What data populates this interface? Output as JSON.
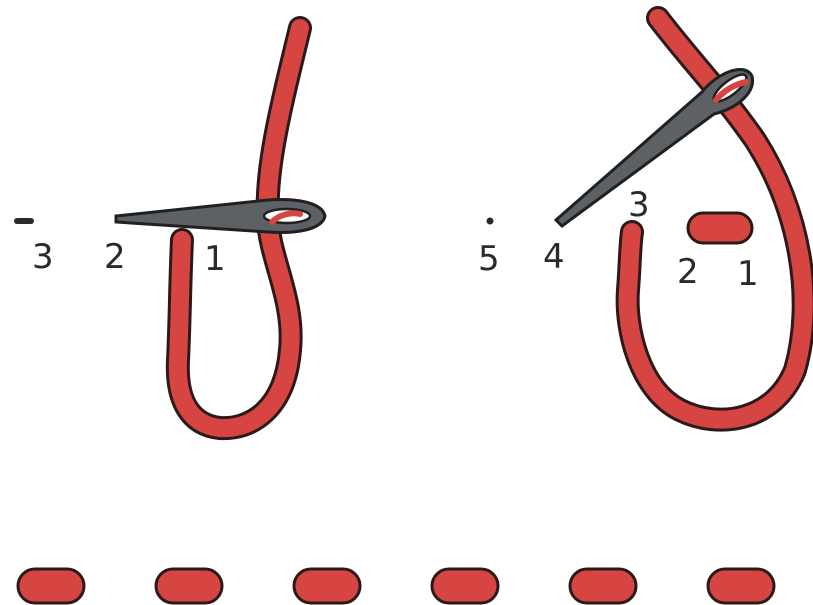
{
  "colors": {
    "thread": "#d64541",
    "thread_outline": "#2b1a1a",
    "needle": "#5c6166",
    "needle_outline": "#202020",
    "labels": "#2a2a2a"
  },
  "diagram": {
    "left_step": {
      "labels": [
        "3",
        "2",
        "1"
      ]
    },
    "right_step": {
      "labels": [
        "5",
        "4",
        "3",
        "2",
        "1"
      ]
    },
    "finished_row": {
      "stitch_count": 6
    }
  }
}
